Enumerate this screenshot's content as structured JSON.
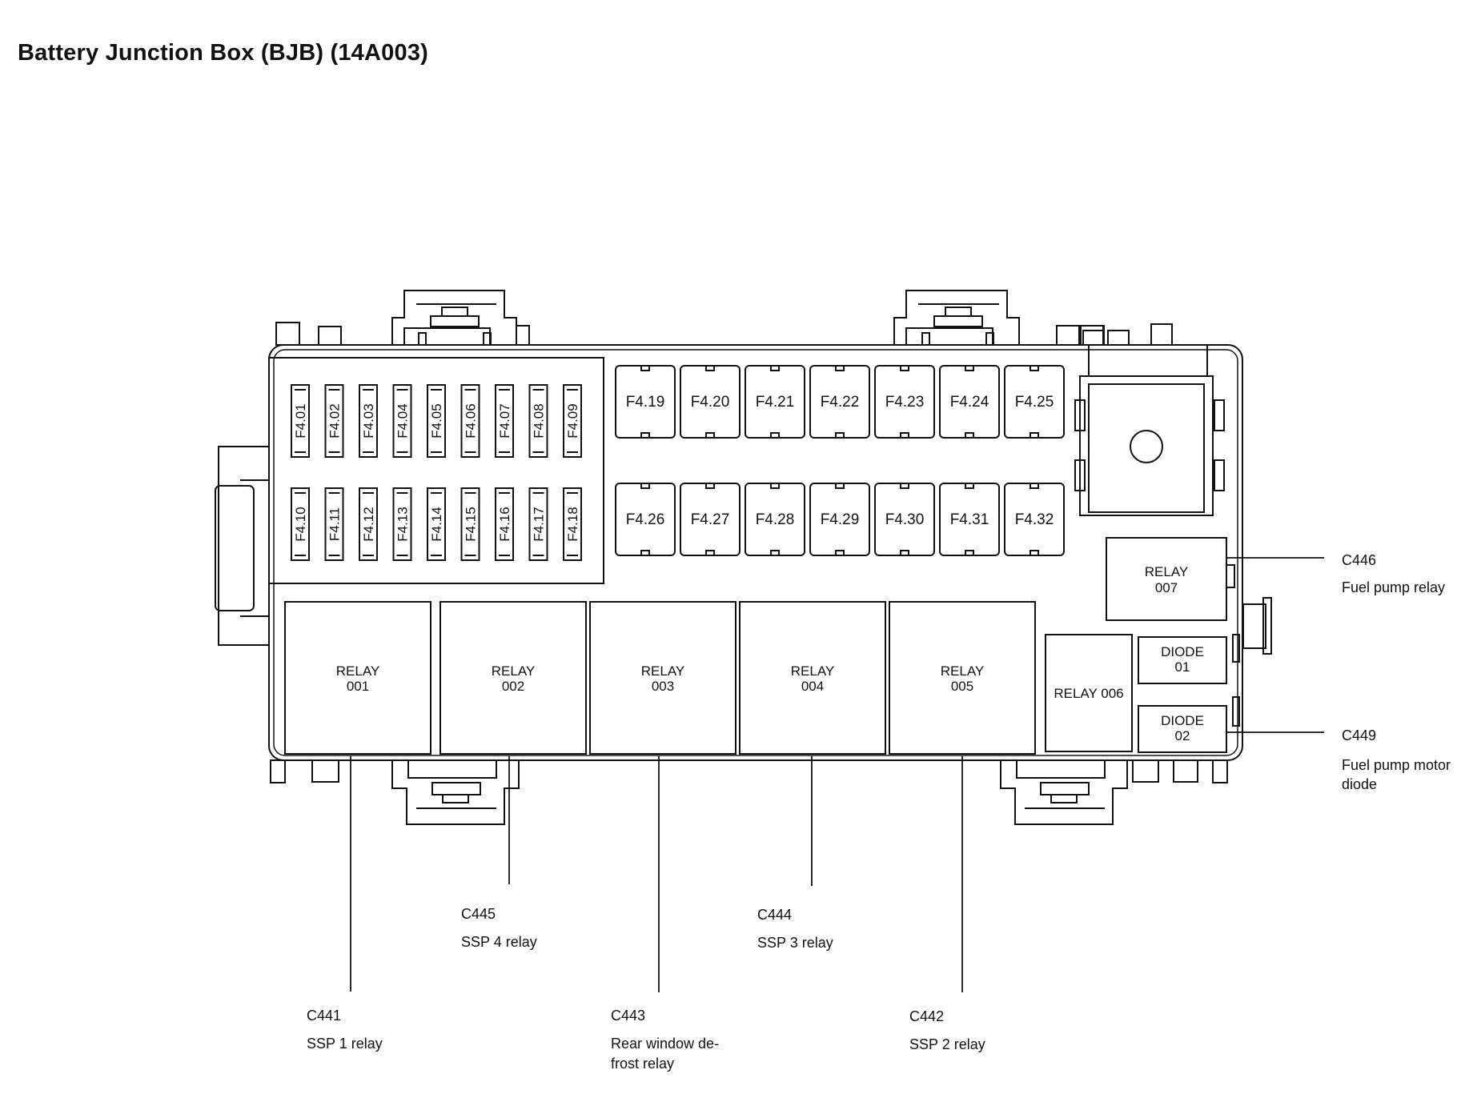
{
  "title": "Battery Junction Box (BJB) (14A003)",
  "small_fuses_row1": [
    "F4.01",
    "F4.02",
    "F4.03",
    "F4.04",
    "F4.05",
    "F4.06",
    "F4.07",
    "F4.08",
    "F4.09"
  ],
  "small_fuses_row2": [
    "F4.10",
    "F4.11",
    "F4.12",
    "F4.13",
    "F4.14",
    "F4.15",
    "F4.16",
    "F4.17",
    "F4.18"
  ],
  "large_fuses_row1": [
    "F4.19",
    "F4.20",
    "F4.21",
    "F4.22",
    "F4.23",
    "F4.24",
    "F4.25"
  ],
  "large_fuses_row2": [
    "F4.26",
    "F4.27",
    "F4.28",
    "F4.29",
    "F4.30",
    "F4.31",
    "F4.32"
  ],
  "relays": [
    {
      "line1": "RELAY",
      "line2": "001"
    },
    {
      "line1": "RELAY",
      "line2": "002"
    },
    {
      "line1": "RELAY",
      "line2": "003"
    },
    {
      "line1": "RELAY",
      "line2": "004"
    },
    {
      "line1": "RELAY",
      "line2": "005"
    }
  ],
  "relay_006": "RELAY 006",
  "relay_007": {
    "line1": "RELAY",
    "line2": "007"
  },
  "diode_01": {
    "line1": "DIODE",
    "line2": "01"
  },
  "diode_02": {
    "line1": "DIODE",
    "line2": "02"
  },
  "callouts": {
    "c446": {
      "code": "C446",
      "desc": [
        "Fuel pump relay"
      ]
    },
    "c449": {
      "code": "C449",
      "desc": [
        "Fuel pump motor",
        "diode"
      ]
    },
    "c445": {
      "code": "C445",
      "desc": [
        "SSP 4 relay"
      ]
    },
    "c444": {
      "code": "C444",
      "desc": [
        "SSP 3 relay"
      ]
    },
    "c441": {
      "code": "C441",
      "desc": [
        "SSP 1 relay"
      ]
    },
    "c443": {
      "code": "C443",
      "desc": [
        "Rear window de-",
        "frost relay"
      ]
    },
    "c442": {
      "code": "C442",
      "desc": [
        "SSP 2 relay"
      ]
    }
  }
}
